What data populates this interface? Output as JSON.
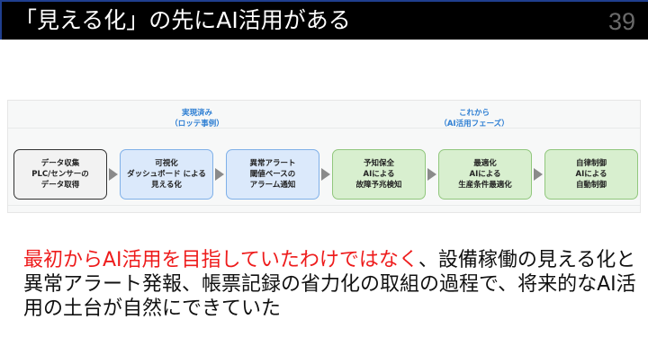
{
  "header": {
    "title": "「見える化」の先にAI活用がある",
    "page_number": "39"
  },
  "diagram": {
    "groups": [
      {
        "label_line1": "実現済み",
        "label_line2": "（ロッテ事例）"
      },
      {
        "label_line1": "これから",
        "label_line2": "（AI活用フェーズ）"
      }
    ],
    "boxes": [
      {
        "lines": [
          "データ収集",
          "PLC/センサーの",
          "データ取得"
        ]
      },
      {
        "lines": [
          "可視化",
          "ダッシュボード による",
          "見える化"
        ]
      },
      {
        "lines": [
          "異常アラート",
          "閾値ベースの",
          "アラーム通知"
        ]
      },
      {
        "lines": [
          "予知保全",
          "AIによる",
          "故障予兆検知"
        ]
      },
      {
        "lines": [
          "最適化",
          "AIによる",
          "生産条件最適化"
        ]
      },
      {
        "lines": [
          "自律制御",
          "AIによる",
          "自動制御"
        ]
      }
    ]
  },
  "caption": {
    "highlight": "最初からAI活用を目指していたわけではなく",
    "rest": "、設備稼働の見える化と異常アラート発報、帳票記録の省力化の取組の過程で、将来的なAI活用の土台が自然にできていた"
  },
  "colors": {
    "title_bar": "#000000",
    "highlight_text": "#ee1c1c",
    "group_label": "#2f7fd3",
    "box_gray": "#f2f2f2",
    "box_blue": "#dbe9fb",
    "box_green": "#d8efcf"
  }
}
